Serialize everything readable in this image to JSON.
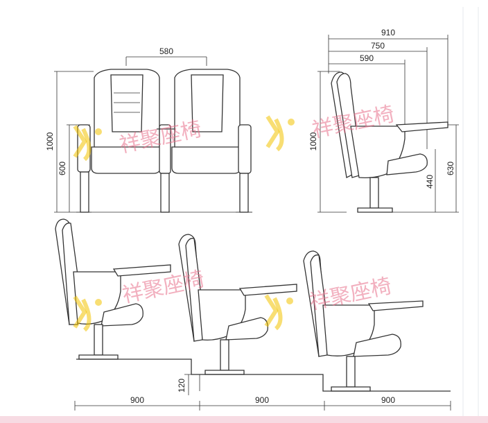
{
  "watermark": {
    "text": "祥聚座椅",
    "logo_letters": "XJ",
    "text_color": "#e8708a",
    "logo_color": "#f2c200"
  },
  "dimensions": {
    "front": {
      "width": "580",
      "total_height": "1000",
      "seat_height": "600"
    },
    "side": {
      "depth_1": "910",
      "depth_2": "750",
      "depth_3": "590",
      "total_height": "1000",
      "seat_height": "440",
      "tablet_height": "630"
    },
    "rows": {
      "step_height": "120",
      "pitch_1": "900",
      "pitch_2": "900",
      "pitch_3": "900"
    }
  }
}
